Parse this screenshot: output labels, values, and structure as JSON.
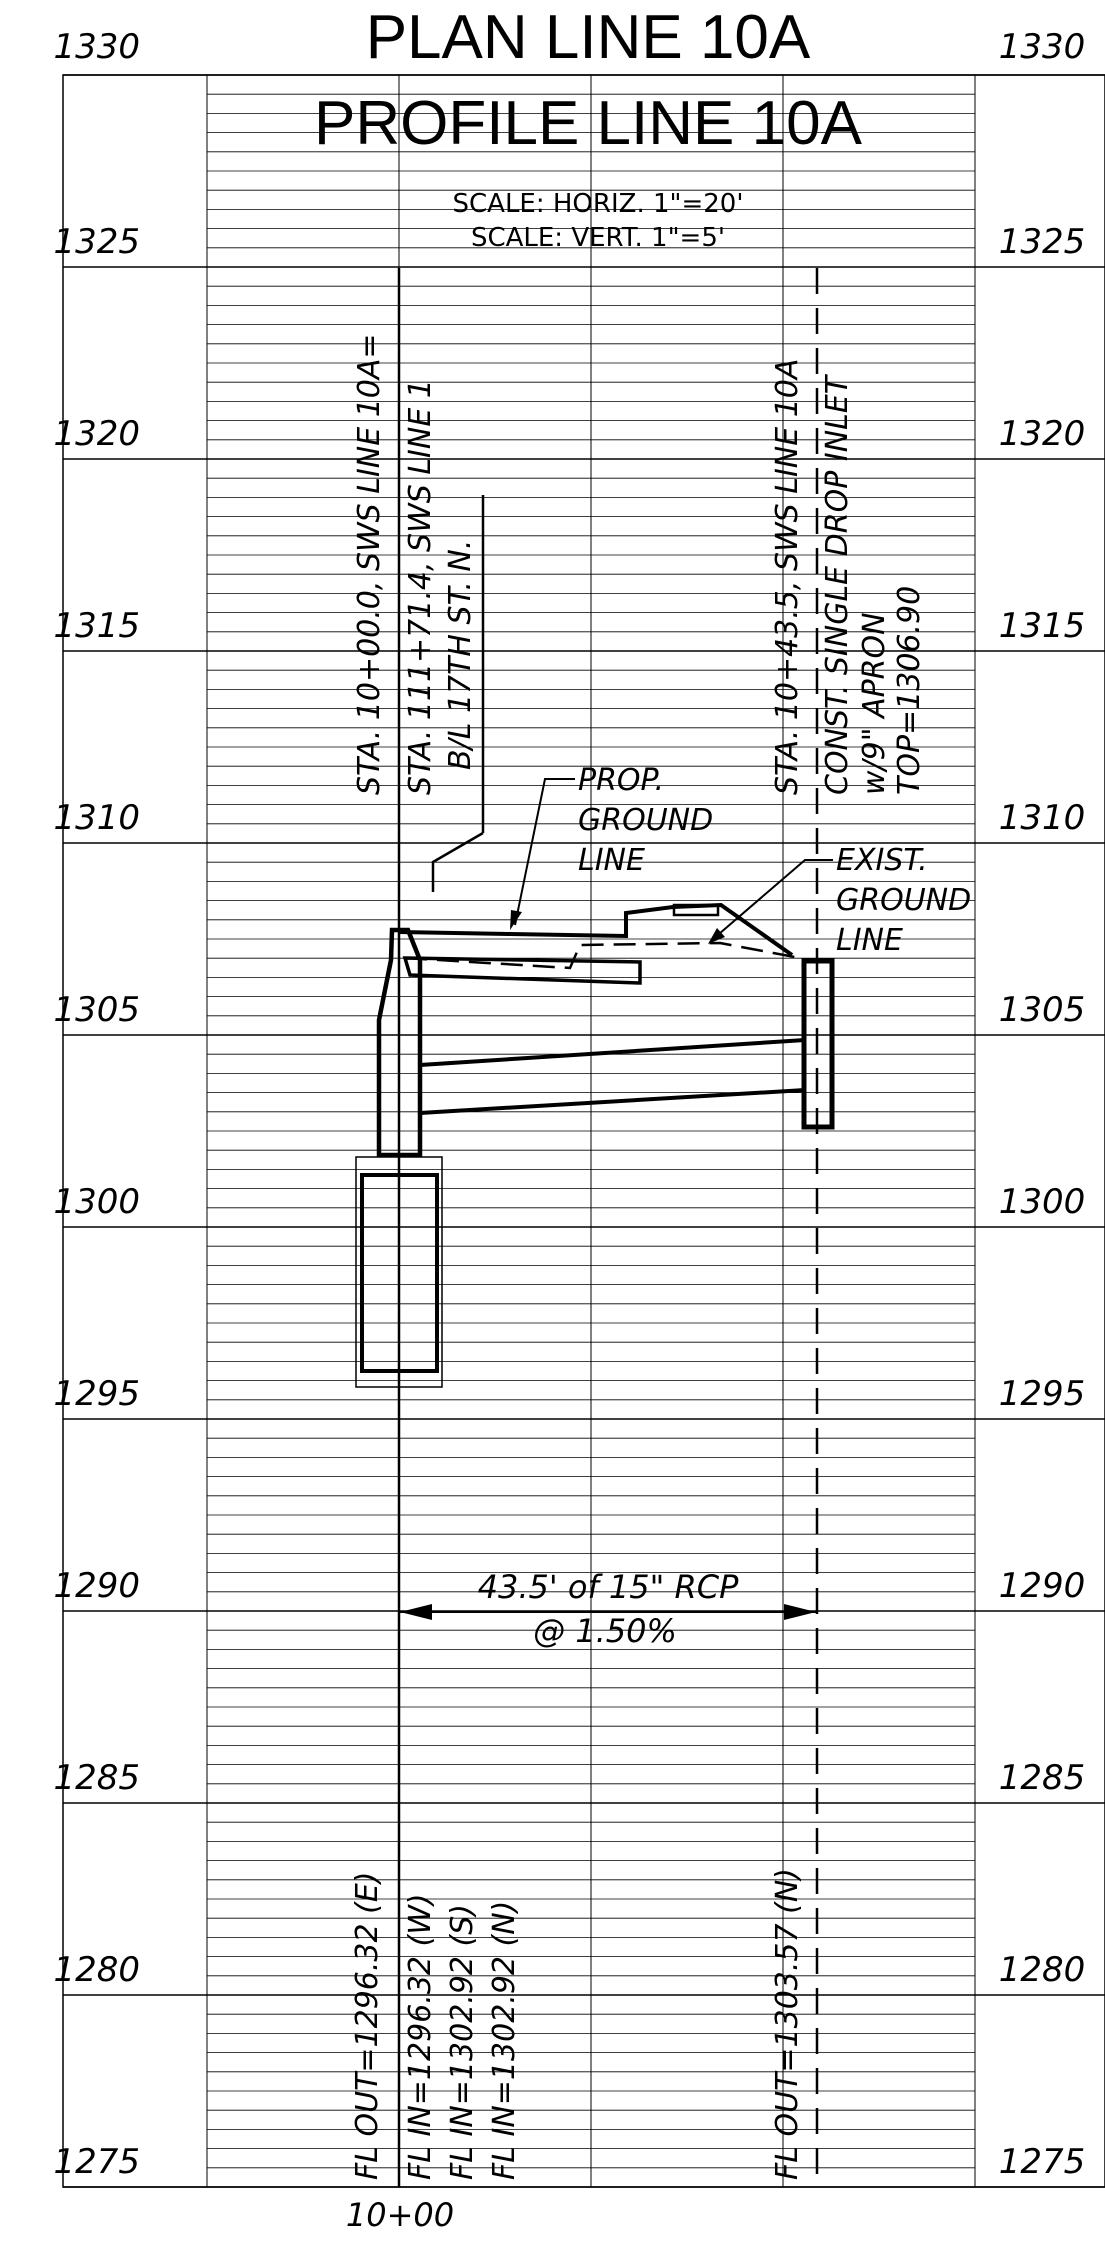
{
  "drawing": {
    "plan_title": "PLAN LINE 10A",
    "profile_title": "PROFILE LINE 10A",
    "scale_horiz": "SCALE: HORIZ. 1\"=20'",
    "scale_vert": "SCALE: VERT. 1\"=5'"
  },
  "elevations": {
    "left": [
      "1330",
      "1325",
      "1320",
      "1315",
      "1310",
      "1305",
      "1300",
      "1295",
      "1290",
      "1285",
      "1280",
      "1275"
    ],
    "right": [
      "1330",
      "1325",
      "1320",
      "1315",
      "1310",
      "1305",
      "1300",
      "1295",
      "1290",
      "1285",
      "1280",
      "1275"
    ]
  },
  "stations": {
    "start_a": "STA. 10+00.0, SWS LINE 10A=",
    "start_b": "STA. 111+71.4, SWS LINE 1",
    "start_c": "B/L 17TH ST. N.",
    "end_a": "STA. 10+43.5, SWS LINE 10A",
    "end_b": "CONST. SINGLE DROP INLET",
    "end_c": "w/9\" APRON",
    "end_d": "TOP=1306.90",
    "station_label": "10+00"
  },
  "callouts": {
    "prop_ground": [
      "PROP.",
      "GROUND",
      "LINE"
    ],
    "exist_ground": [
      "EXIST.",
      "GROUND",
      "LINE"
    ]
  },
  "pipe": {
    "length_label": "43.5' of 15\" RCP",
    "slope_label": "@ 1.50%"
  },
  "flowlines": {
    "start_out": "FL OUT=1296.32 (E)",
    "start_in_w": "FL IN=1296.32 (W)",
    "start_in_s": "FL IN=1302.92 (S)",
    "start_in_n": "FL IN=1302.92 (N)",
    "end_out": "FL OUT=1303.57 (N)"
  }
}
